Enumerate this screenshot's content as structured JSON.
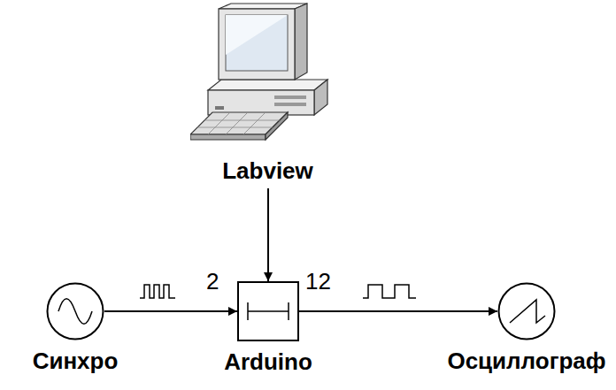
{
  "diagram": {
    "nodes": [
      {
        "text": [
          "Labview"
        ]
      },
      {
        "text": [
          "Синхро"
        ]
      },
      {
        "text": [
          "Arduino"
        ]
      },
      {
        "text": [
          "Осциллограф"
        ]
      }
    ],
    "edges": [
      {
        "from": 0,
        "to": 2,
        "arrow": "to"
      },
      {
        "from": 1,
        "to": 2,
        "arrow": "to"
      },
      {
        "from": 2,
        "to": 3,
        "arrow": "to"
      }
    ],
    "labels": [
      "2",
      "12"
    ]
  }
}
